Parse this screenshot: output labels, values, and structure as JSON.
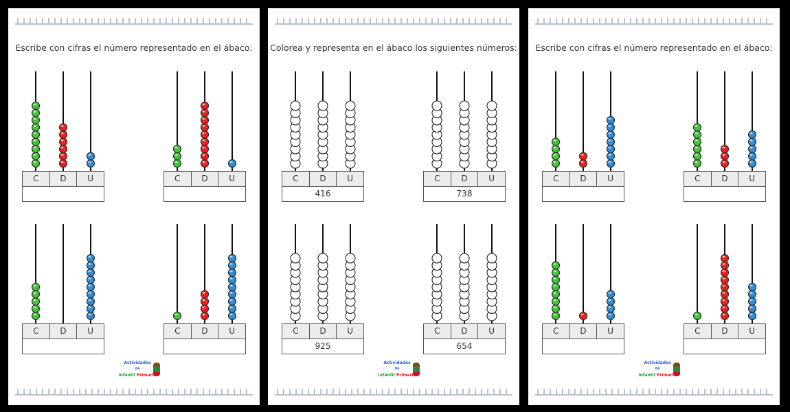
{
  "columns_header": [
    "C",
    "D",
    "U"
  ],
  "colors": {
    "hundreds": "#44c53a",
    "tens": "#e8231f",
    "units": "#2e8fd8",
    "empty": "#ffffff"
  },
  "logo": {
    "line1": "Actividades",
    "line2": "de",
    "line3a": "Infantil",
    "line3b": "Primaria"
  },
  "pages": [
    {
      "instruction": "Escribe con cifras el número representado en el ábaco:",
      "abaci": [
        {
          "c": 9,
          "d": 6,
          "u": 2,
          "mode": "filled",
          "answer": ""
        },
        {
          "c": 3,
          "d": 9,
          "u": 1,
          "mode": "filled",
          "answer": ""
        },
        {
          "c": 5,
          "d": 0,
          "u": 9,
          "mode": "filled",
          "answer": ""
        },
        {
          "c": 1,
          "d": 4,
          "u": 9,
          "mode": "filled",
          "answer": ""
        }
      ]
    },
    {
      "instruction": "Colorea y representa en el ábaco los siguientes números:",
      "abaci": [
        {
          "c": 9,
          "d": 9,
          "u": 9,
          "mode": "empty",
          "answer": "416"
        },
        {
          "c": 9,
          "d": 9,
          "u": 9,
          "mode": "empty",
          "answer": "738"
        },
        {
          "c": 9,
          "d": 9,
          "u": 9,
          "mode": "empty",
          "answer": "925"
        },
        {
          "c": 9,
          "d": 9,
          "u": 9,
          "mode": "empty",
          "answer": "654"
        }
      ]
    },
    {
      "instruction": "Escribe con cifras el número representado en el ábaco:",
      "abaci": [
        {
          "c": 4,
          "d": 2,
          "u": 7,
          "mode": "filled",
          "answer": ""
        },
        {
          "c": 6,
          "d": 3,
          "u": 5,
          "mode": "filled",
          "answer": ""
        },
        {
          "c": 8,
          "d": 1,
          "u": 4,
          "mode": "filled",
          "answer": ""
        },
        {
          "c": 1,
          "d": 9,
          "u": 5,
          "mode": "filled",
          "answer": ""
        }
      ]
    }
  ]
}
